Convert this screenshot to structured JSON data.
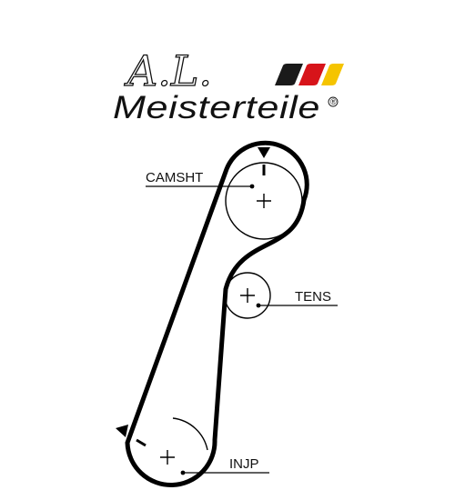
{
  "logo": {
    "signature": "A.L.",
    "brand": "Meisterteile",
    "registered_mark": "®",
    "flag_colors": [
      "#1a1a1a",
      "#d7141a",
      "#f5c400"
    ]
  },
  "diagram": {
    "labels": {
      "camshaft": "CAMSHT",
      "tensioner": "TENS",
      "injection_pump": "INJP"
    },
    "belt_color": "#000000"
  }
}
